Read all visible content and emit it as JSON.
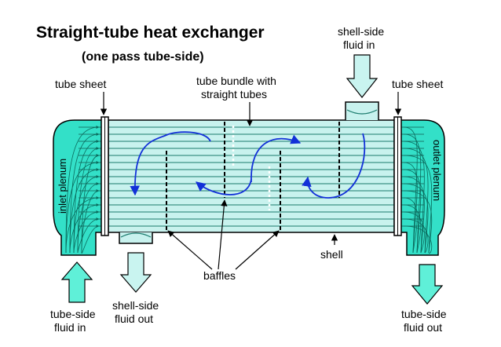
{
  "title": "Straight-tube heat exchanger",
  "subtitle": "(one pass tube-side)",
  "labels": {
    "tube_sheet_left": "tube sheet",
    "tube_sheet_right": "tube sheet",
    "tube_bundle_line1": "tube bundle with",
    "tube_bundle_line2": "straight tubes",
    "shell_in_line1": "shell-side",
    "shell_in_line2": "fluid in",
    "inlet_plenum": "inlet plenum",
    "outlet_plenum": "outlet plenum",
    "shell": "shell",
    "baffles": "baffles",
    "tube_in_line1": "tube-side",
    "tube_in_line2": "fluid in",
    "shell_out_line1": "shell-side",
    "shell_out_line2": "fluid out",
    "tube_out_line1": "tube-side",
    "tube_out_line2": "fluid out"
  },
  "colors": {
    "fluid": "#33e0c8",
    "shell_fluid": "#c8f2ee",
    "tube": "#1a7a6c",
    "flow_arrow": "#1230d8",
    "arrow_fill": "#5ff0d8",
    "light_arrow_fill": "#c9f4f0",
    "outline": "#000000"
  }
}
